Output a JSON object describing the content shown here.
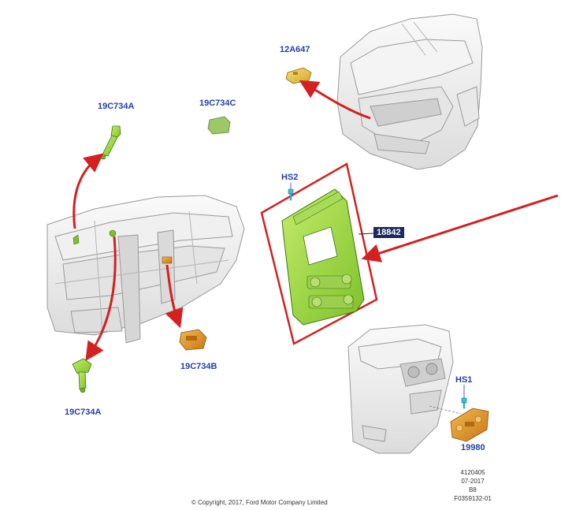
{
  "callouts": {
    "part_12a647": "12A647",
    "part_19c734a_upper": "19C734A",
    "part_19c734c": "19C734C",
    "part_hs2": "HS2",
    "part_18842": "18842",
    "part_19c734b": "19C734B",
    "part_19c734a_lower": "19C734A",
    "part_hs1": "HS1",
    "part_19980": "19980"
  },
  "footer": {
    "copyright": "© Copyright, 2017, Ford Motor Company Limited",
    "ref_number": "4120405",
    "date": "07-2017",
    "revision": "B8",
    "figure_id": "F0359132-01"
  },
  "colors": {
    "callout_text": "#2540a8",
    "callout_box": "#1c2a5c",
    "arrow_red": "#d42020",
    "part_green": "#8fd13a",
    "part_yellow": "#e8c83a",
    "part_orange": "#e89a2a",
    "fastener_cyan": "#3ac0d8",
    "outline_gray": "#9a9a9a"
  }
}
